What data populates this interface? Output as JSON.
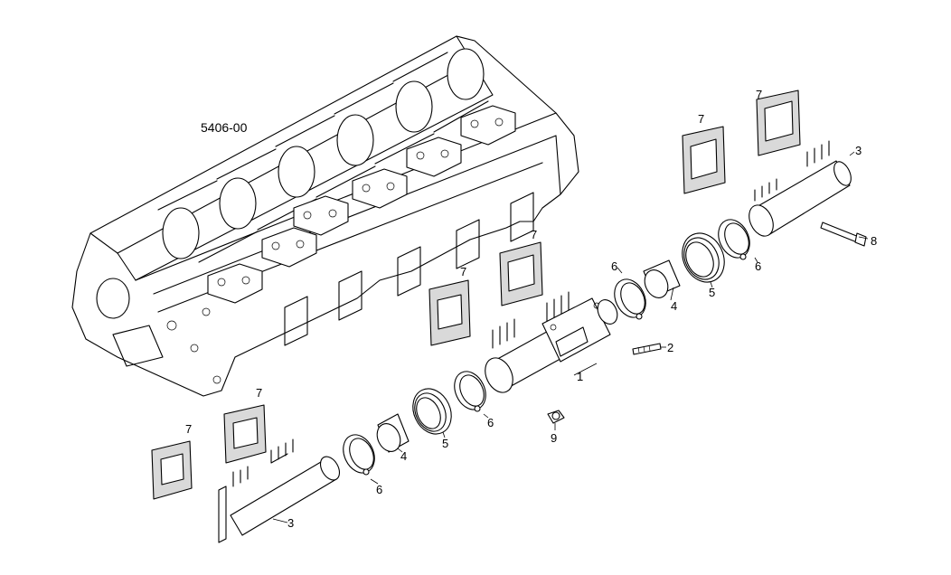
{
  "drawing": {
    "group_code": "5406-00",
    "callouts": [
      "1",
      "2",
      "3",
      "4",
      "5",
      "6",
      "7",
      "8",
      "9"
    ]
  },
  "labels": {
    "c1": "1",
    "c2": "2",
    "c3_upper": "3",
    "c3_lower": "3",
    "c4_upper": "4",
    "c4_lower": "4",
    "c5_upper": "5",
    "c5_lower": "5",
    "c6_a": "6",
    "c6_b": "6",
    "c6_c": "6",
    "c6_d": "6",
    "c7_a": "7",
    "c7_b": "7",
    "c7_c": "7",
    "c7_d": "7",
    "c7_e": "7",
    "c7_f": "7",
    "c8": "8",
    "c9": "9"
  }
}
